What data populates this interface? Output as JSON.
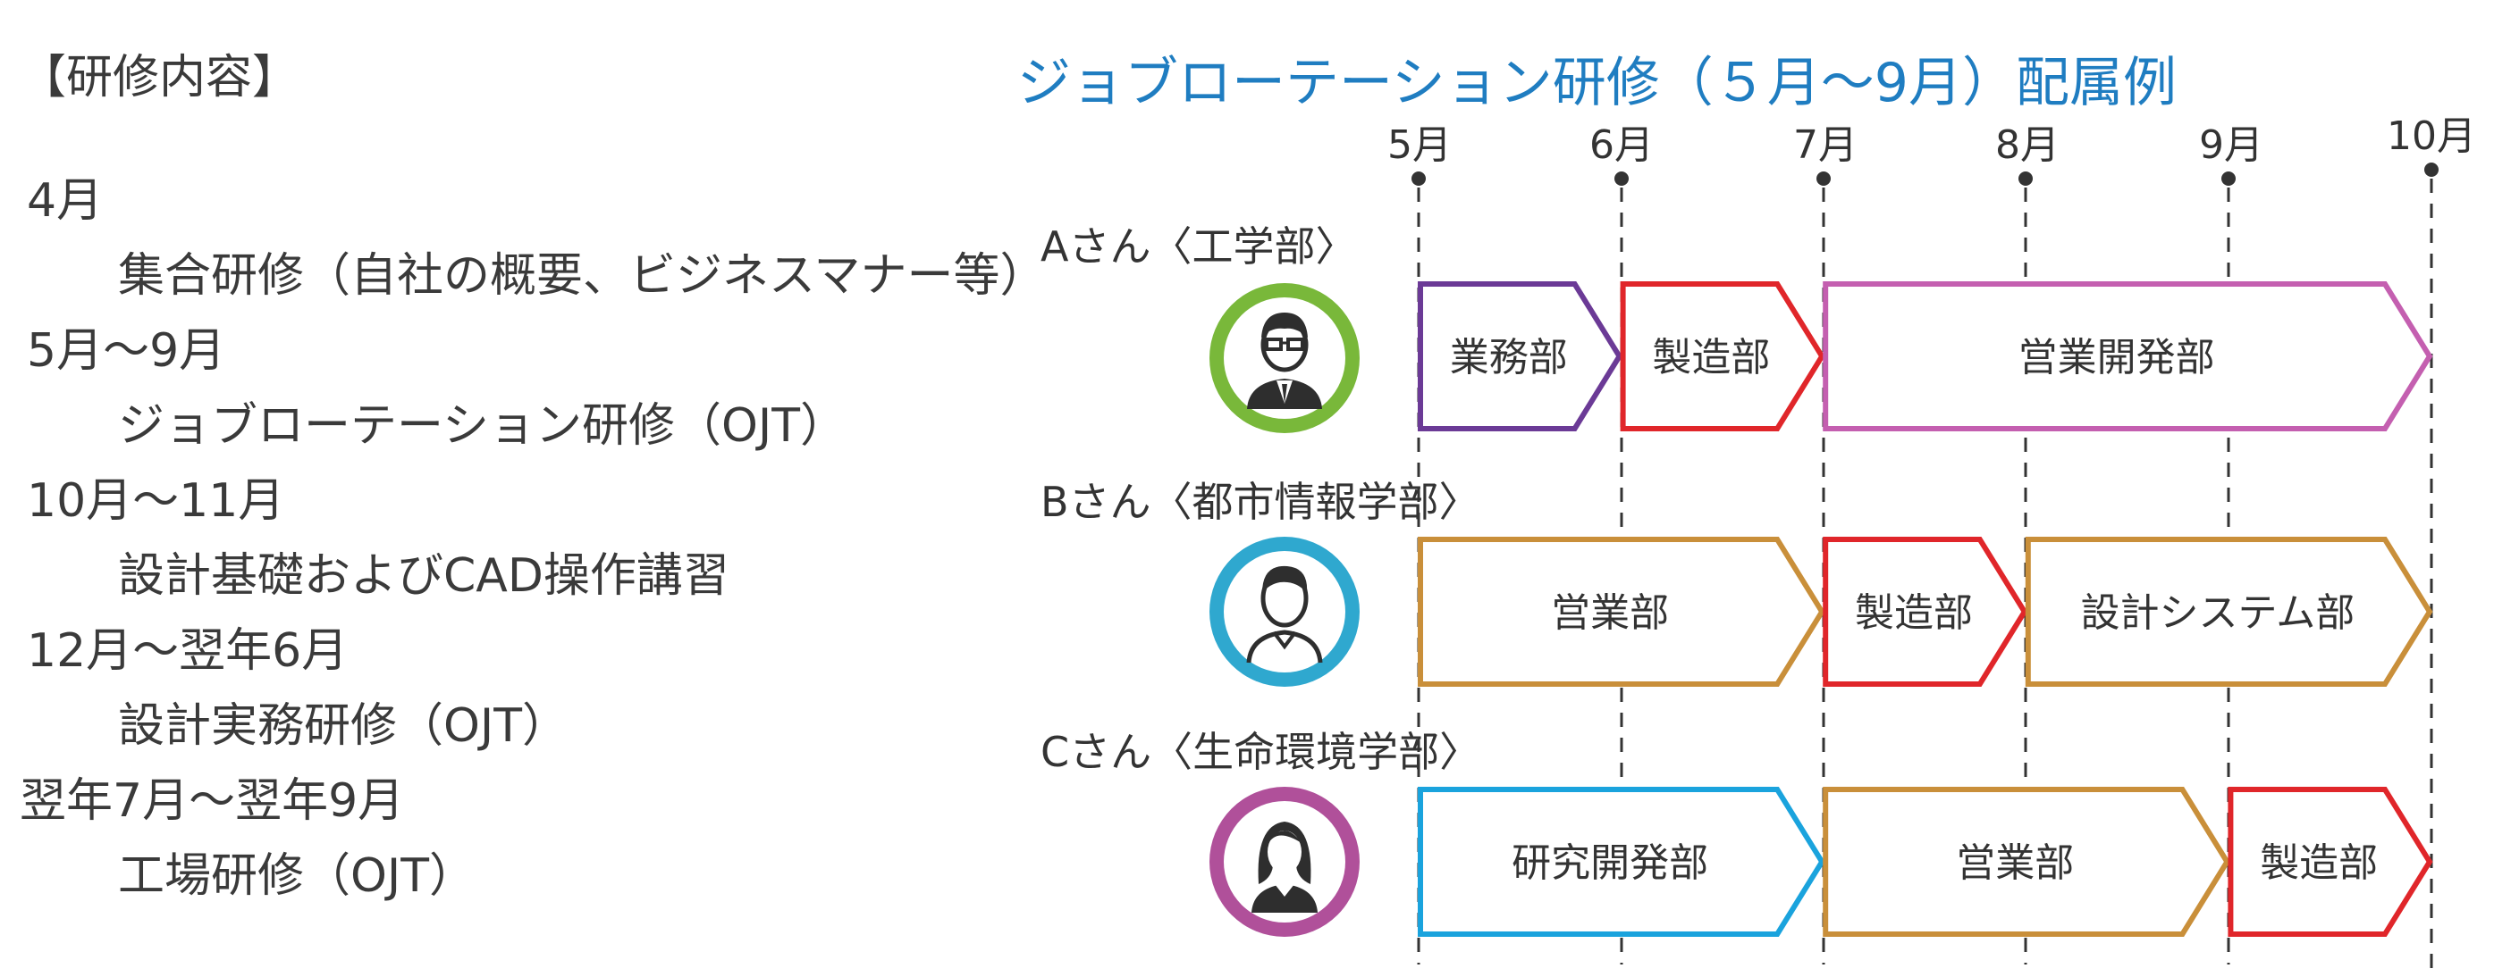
{
  "left": {
    "title": "【研修内容】",
    "schedule": [
      {
        "period": "4月",
        "detail": "集合研修（自社の概要、ビジネスマナー等）"
      },
      {
        "period": "5月～9月",
        "detail": "ジョブローテーション研修（OJT）"
      },
      {
        "period": "10月～11月",
        "detail": "設計基礎およびCAD操作講習"
      },
      {
        "period": "12月～翌年6月",
        "detail": "設計実務研修（OJT）"
      },
      {
        "period": "翌年7月～翌年9月",
        "detail": "工場研修（OJT）"
      }
    ]
  },
  "right": {
    "title": "ジョブローテーション研修（５月～9月）配属例",
    "months": [
      "5月",
      "6月",
      "7月",
      "8月",
      "9月",
      "10月"
    ],
    "people": [
      {
        "name": "Aさん〈工学部〉",
        "avatar": "man-with-glasses-avatar",
        "avatar_color": "#79b83a",
        "assignments": [
          {
            "dept": "業務部",
            "start": 0,
            "end": 1,
            "color": "#6b3a96"
          },
          {
            "dept": "製造部",
            "start": 1,
            "end": 2,
            "color": "#e0262a"
          },
          {
            "dept": "営業開発部",
            "start": 2,
            "end": 5,
            "color": "#c45fb0"
          }
        ]
      },
      {
        "name": "Bさん〈都市情報学部〉",
        "avatar": "man-avatar",
        "avatar_color": "#2fa8cf",
        "assignments": [
          {
            "dept": "営業部",
            "start": 0,
            "end": 2,
            "color": "#c98f3a"
          },
          {
            "dept": "製造部",
            "start": 2,
            "end": 3,
            "color": "#e0262a"
          },
          {
            "dept": "設計システム部",
            "start": 3,
            "end": 5,
            "color": "#c98f3a"
          }
        ]
      },
      {
        "name": "Cさん〈生命環境学部〉",
        "avatar": "woman-avatar",
        "avatar_color": "#b0509a",
        "assignments": [
          {
            "dept": "研究開発部",
            "start": 0,
            "end": 2,
            "color": "#1aa3dd"
          },
          {
            "dept": "営業部",
            "start": 2,
            "end": 4,
            "color": "#c98f3a"
          },
          {
            "dept": "製造部",
            "start": 4,
            "end": 5,
            "color": "#e0262a"
          }
        ]
      }
    ]
  }
}
